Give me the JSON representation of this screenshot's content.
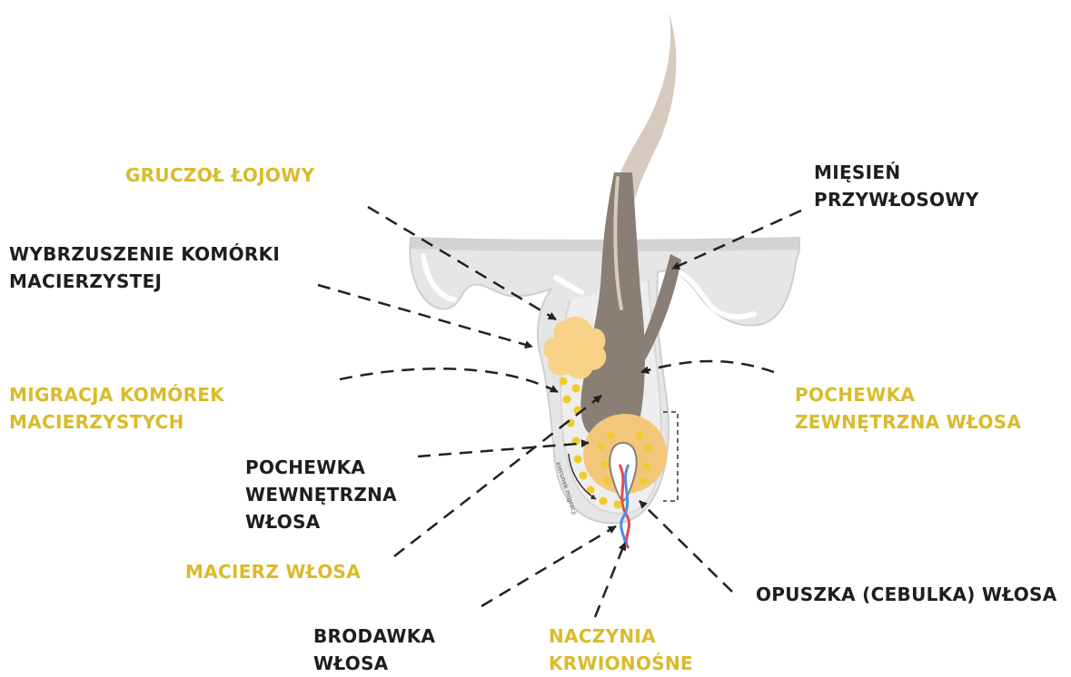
{
  "colors": {
    "accent_label": "#d9bb2b",
    "dark_label": "#1e1e1e",
    "skin": "#e6e6e6",
    "skin_outline": "#c9c9c9",
    "hair_shaft": "#8a7f75",
    "hair_light": "#d6cbbd",
    "bulb": "#f3c77a",
    "sebaceous_gland": "#f7d287",
    "stem_cells": "#f0cc28",
    "vessel_red": "#e24b4b",
    "vessel_blue": "#4b8fe2"
  },
  "labels": {
    "sebaceous_gland": "GRUCZOŁ ŁOJOWY",
    "arrector_muscle": [
      "MIĘSIEŃ",
      "PRZYWŁOSOWY"
    ],
    "stem_cell_bulge": [
      "WYBRZUSZENIE KOMÓRKI",
      "MACIERZYSTEJ"
    ],
    "stem_cell_migration": [
      "MIGRACJA KOMÓREK",
      "MACIERZYSTYCH"
    ],
    "outer_root_sheath": [
      "POCHEWKA",
      "ZEWNĘTRZNA WŁOSA"
    ],
    "inner_root_sheath": [
      "POCHEWKA",
      "WEWNĘTRZNA",
      "WŁOSA"
    ],
    "hair_matrix": "MACIERZ WŁOSA",
    "hair_bulb": "OPUSZKA (CEBULKA) WŁOSA",
    "dermal_papilla": [
      "BRODAWKA",
      "WŁOSA"
    ],
    "blood_vessels": [
      "NACZYNIA",
      "KRWIONOŚNE"
    ],
    "migration_caption": "kierunek migracji"
  }
}
